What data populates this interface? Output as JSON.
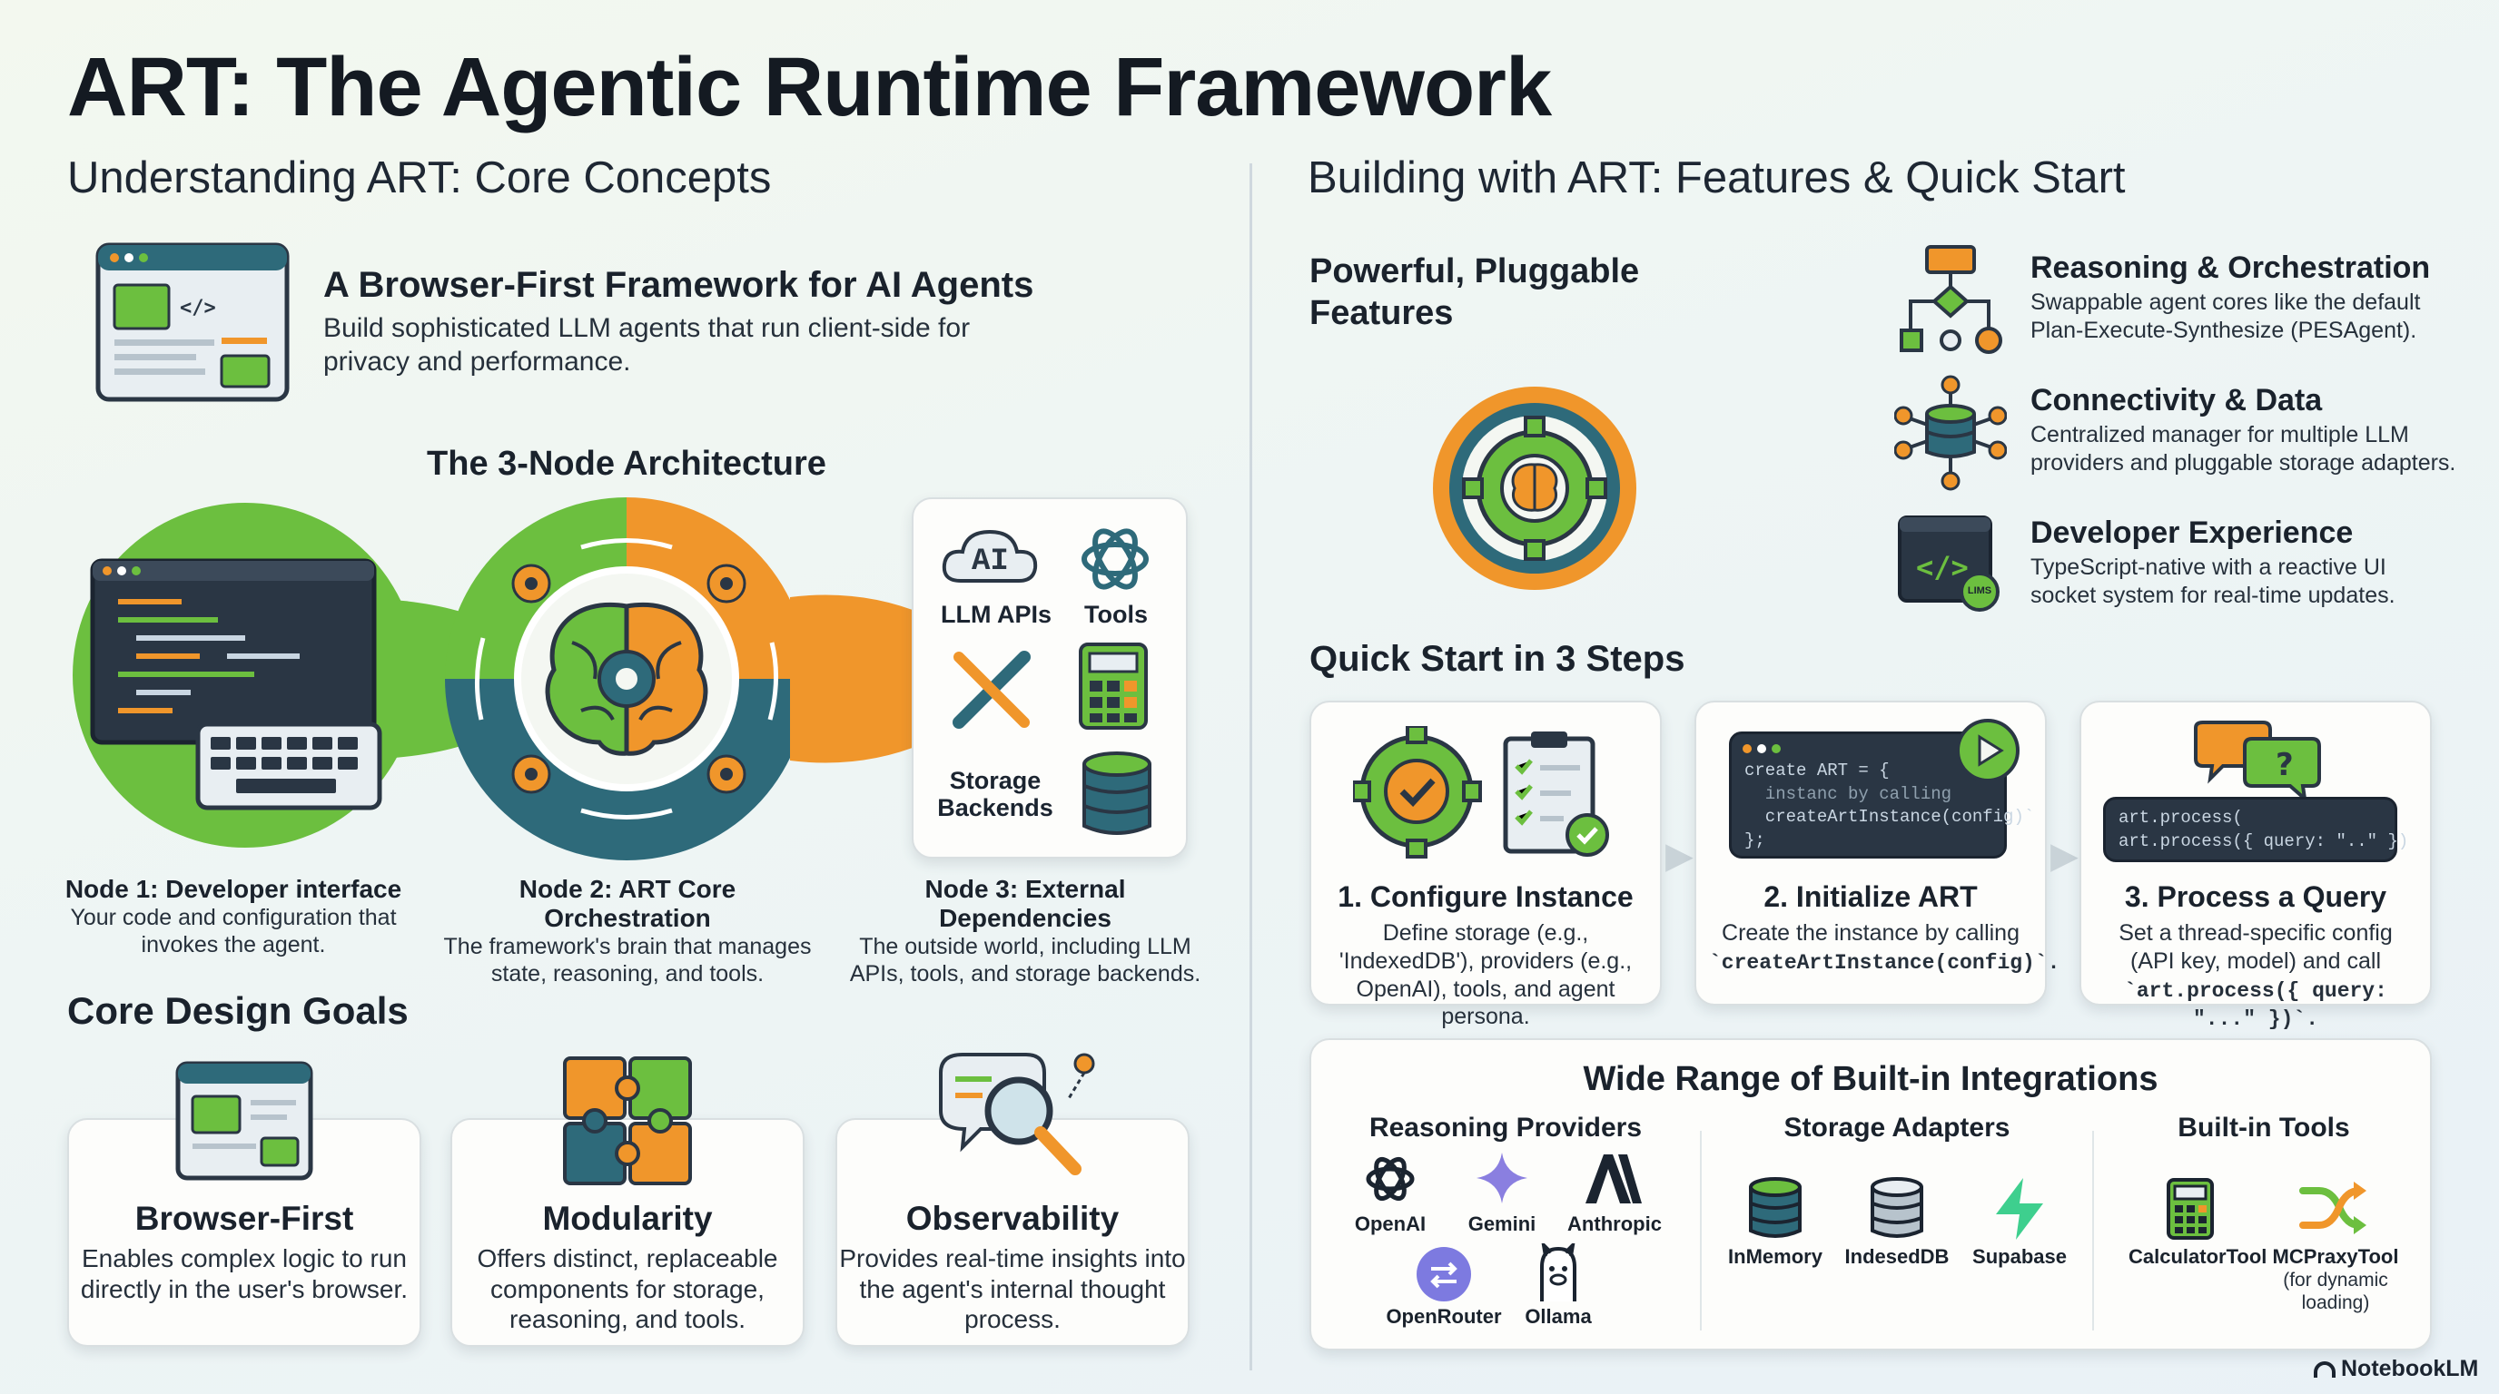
{
  "title": "ART: The Agentic Runtime Framework",
  "left": {
    "heading": "Understanding ART: Core Concepts",
    "intro": {
      "title": "A Browser-First Framework for AI Agents",
      "desc": "Build sophisticated LLM agents that run client-side for privacy and performance.",
      "icon": "browser-window-icon"
    },
    "architecture": {
      "heading": "The 3-Node Architecture",
      "dependency_labels": [
        "LLM APIs",
        "Tools",
        "Storage Backends"
      ],
      "ai_badge": "AI",
      "nodes": [
        {
          "title": "Node 1: Developer interface",
          "desc": "Your code and configuration that invokes the agent."
        },
        {
          "title": "Node 2: ART Core Orchestration",
          "desc": "The framework's brain that manages state, reasoning, and tools."
        },
        {
          "title": "Node 3: External Dependencies",
          "desc": "The outside world, including LLM APIs, tools, and storage backends."
        }
      ]
    },
    "goals": {
      "heading": "Core Design Goals",
      "items": [
        {
          "title": "Browser-First",
          "desc": "Enables complex logic to run directly in the user's browser.",
          "icon": "browser-window-icon"
        },
        {
          "title": "Modularity",
          "desc": "Offers distinct, replaceable components for storage, reasoning, and tools.",
          "icon": "puzzle-icon"
        },
        {
          "title": "Observability",
          "desc": "Provides real-time insights into the agent's internal thought process.",
          "icon": "magnifier-icon"
        }
      ]
    }
  },
  "right": {
    "heading": "Building with ART: Features & Quick Start",
    "features": {
      "heading": "Powerful, Pluggable Features",
      "items": [
        {
          "title": "Reasoning & Orchestration",
          "desc": "Swappable agent cores like the default Plan-Execute-Synthesize (PESAgent).",
          "icon": "flowchart-icon"
        },
        {
          "title": "Connectivity & Data",
          "desc": "Centralized manager for multiple LLM providers and pluggable storage adapters.",
          "icon": "database-hub-icon"
        },
        {
          "title": "Developer Experience",
          "desc": "TypeScript-native with a reactive UI socket system for real-time updates.",
          "icon": "code-editor-icon",
          "badge": "LIMS"
        }
      ]
    },
    "quickstart": {
      "heading": "Quick Start in 3 Steps",
      "steps": [
        {
          "title": "1. Configure Instance",
          "desc": "Define storage (e.g., 'IndexedDB'), providers (e.g., OpenAI), tools, and agent persona."
        },
        {
          "title": "2. Initialize ART",
          "desc_pre": "Create the instance by calling",
          "code": "`createArtInstance(config)`."
        },
        {
          "title": "3. Process a Query",
          "desc_pre": "Set a thread-specific config (API key, model) and call",
          "code": "`art.process({ query: \"...\" })`."
        }
      ],
      "code_init": [
        "create ART = {",
        "  instanc by calling",
        "  createArtInstance(config)`",
        "};"
      ],
      "code_query": [
        "art.process(",
        "art.process({ query: \"..\" })"
      ]
    },
    "integrations": {
      "heading": "Wide Range of Built-in Integrations",
      "groups": [
        {
          "title": "Reasoning Providers",
          "items": [
            "OpenAI",
            "Gemini",
            "Anthropic",
            "OpenRouter",
            "Ollama"
          ]
        },
        {
          "title": "Storage Adapters",
          "items": [
            "InMemory",
            "IndesedDB",
            "Supabase"
          ]
        },
        {
          "title": "Built-in Tools",
          "items": [
            "CalculatorTool",
            "MCPraxyTool"
          ],
          "note": "(for dynamic loading)"
        }
      ]
    }
  },
  "footer": {
    "brand": "NotebookLM"
  },
  "colors": {
    "green": "#6cbf3f",
    "orange": "#f0962b",
    "teal": "#2e6a7a",
    "dark": "#2a3644"
  }
}
